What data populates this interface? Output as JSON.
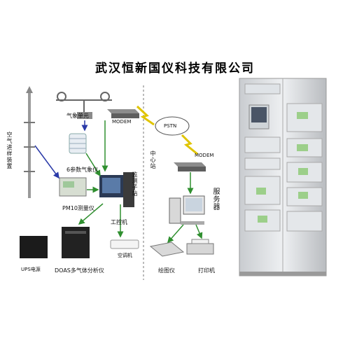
{
  "title": "武汉恒新国仪科技有限公司",
  "labels": {
    "weather_unit": "气象单元",
    "modem_left": "MODEM",
    "pstn": "PSTN",
    "modem_right": "MODEM",
    "air_intake": "空气进样装置",
    "six_param": "6参数气象仪",
    "monitor_substation": "监测子站",
    "center_station": "中心站",
    "server": "服务器",
    "pm10": "PM10测量仪",
    "ipc": "工控机",
    "aircon": "空调机",
    "ups": "UPS电源",
    "doas": "DOAS多气体分析仪",
    "plotter": "绘图仪",
    "printer": "打印机"
  }
}
